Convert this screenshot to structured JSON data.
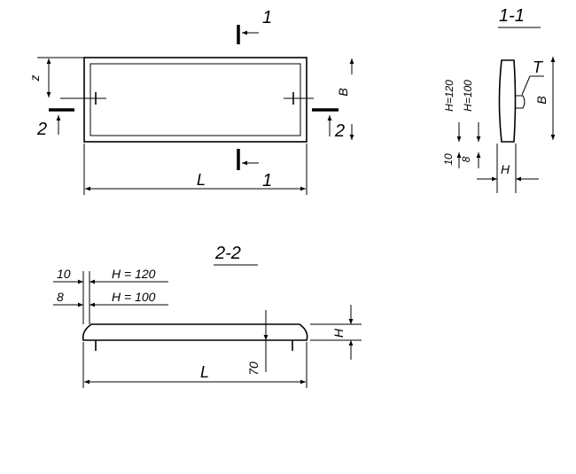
{
  "plan_view": {
    "section_1_top": "1",
    "section_1_bottom": "1",
    "section_2_left": "2",
    "section_2_right": "2",
    "dim_z": "z",
    "dim_length": "L",
    "dim_width": "B"
  },
  "section_1_1": {
    "title": "1-1",
    "part_label": "T",
    "dim_h120": "H=120",
    "dim_h100": "H=100",
    "dim_10": "10",
    "dim_8": "8",
    "dim_height": "H",
    "dim_width": "B"
  },
  "section_2_2": {
    "title": "2-2",
    "dim_10": "10",
    "dim_8": "8",
    "dim_h120": "H = 120",
    "dim_h100": "H = 100",
    "dim_height": "H",
    "dim_70": "70",
    "dim_length": "L"
  },
  "colors": {
    "ink": "#000000",
    "paper": "#ffffff"
  }
}
